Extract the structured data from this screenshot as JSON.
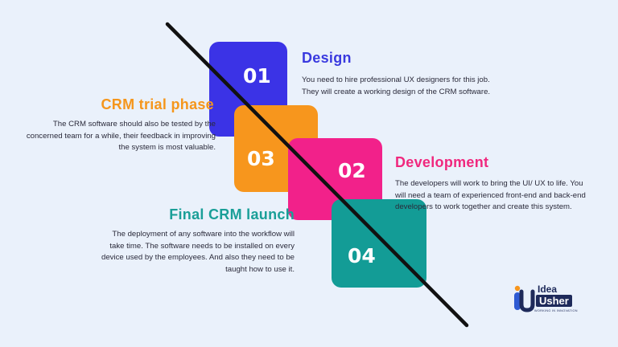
{
  "colors": {
    "design": "#3b33e6",
    "crm_trial": "#f7961d",
    "development": "#f2218a",
    "final_launch": "#139c96",
    "line": "#111111"
  },
  "steps": {
    "design": {
      "number": "01",
      "title": "Design",
      "text": "You need to hire professional UX designers for this job. They will create a working design of the CRM software."
    },
    "development": {
      "number": "02",
      "title": "Development",
      "text": "The developers will work to bring the UI/ UX to life. You will need a team of experienced front-end and back-end developers to work together and create this system."
    },
    "crm_trial": {
      "number": "03",
      "title": "CRM trial phase",
      "text": "The CRM software should also be tested by the concerned team for a while, their feedback in improving the system is most valuable."
    },
    "final_launch": {
      "number": "04",
      "title": "Final CRM launch",
      "text": "The deployment of any software into the workflow will take time. The software needs to be installed on every device used by the employees. And also they need to be taught how to use it."
    }
  },
  "logo": {
    "line1": "Idea",
    "line2": "Usher",
    "tagline": "WORKING IN INNOVATION"
  }
}
